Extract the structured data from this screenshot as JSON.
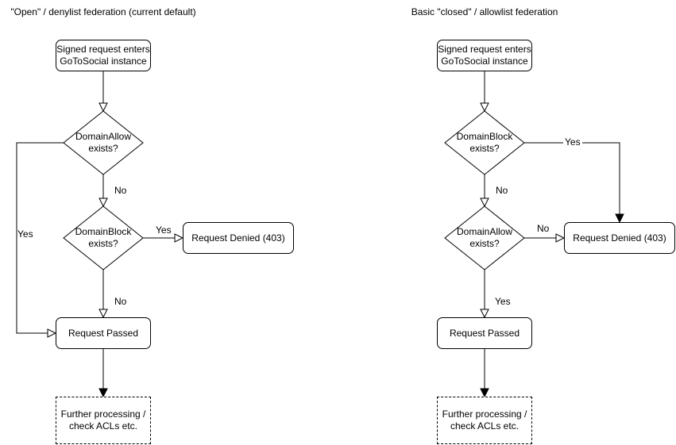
{
  "left": {
    "title": "\"Open\" / denylist federation (current default)",
    "entry": "Signed request enters\nGoToSocial instance",
    "decision1": "DomainAllow\nexists?",
    "decision1_yes_branch": "Yes",
    "decision1_no_branch": "No",
    "decision2": "DomainBlock\nexists?",
    "decision2_yes_branch": "Yes",
    "decision2_no_branch": "No",
    "denied": "Request Denied (403)",
    "passed": "Request Passed",
    "further": "Further processing /\ncheck ACLs etc."
  },
  "right": {
    "title": "Basic \"closed\" / allowlist federation",
    "entry": "Signed request enters\nGoToSocial instance",
    "decision1": "DomainBlock\nexists?",
    "decision1_yes_branch": "Yes",
    "decision1_no_branch": "No",
    "decision2": "DomainAllow\nexists?",
    "decision2_no_branch": "No",
    "decision2_yes_branch": "Yes",
    "denied": "Request Denied (403)",
    "passed": "Request Passed",
    "further": "Further processing /\ncheck ACLs etc."
  },
  "colors": {
    "stroke": "#000000",
    "node_fill": "#ffffff",
    "background": "#ffffff"
  }
}
